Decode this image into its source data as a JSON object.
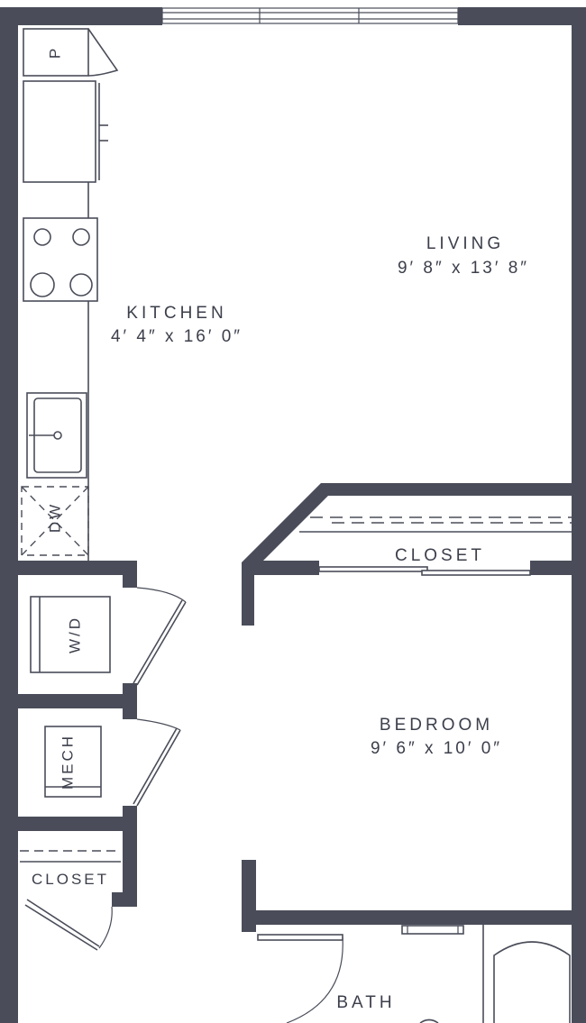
{
  "rooms": {
    "living": {
      "name": "LIVING",
      "dims": "9′ 8″ x 13′ 8″"
    },
    "kitchen": {
      "name": "KITCHEN",
      "dims": "4′ 4″ x 16′ 0″"
    },
    "bedroom": {
      "name": "BEDROOM",
      "dims": "9′ 6″ x 10′ 0″"
    },
    "bedroom_closet": {
      "name": "CLOSET"
    },
    "hall_closet": {
      "name": "CLOSET"
    },
    "bath": {
      "name": "BATH"
    }
  },
  "fixtures": {
    "pantry": "P",
    "dishwasher": "DW",
    "washer_dryer": "W/D",
    "mechanical": "MECH"
  },
  "colors": {
    "wall": "#4a4d59",
    "background": "#ffffff"
  }
}
